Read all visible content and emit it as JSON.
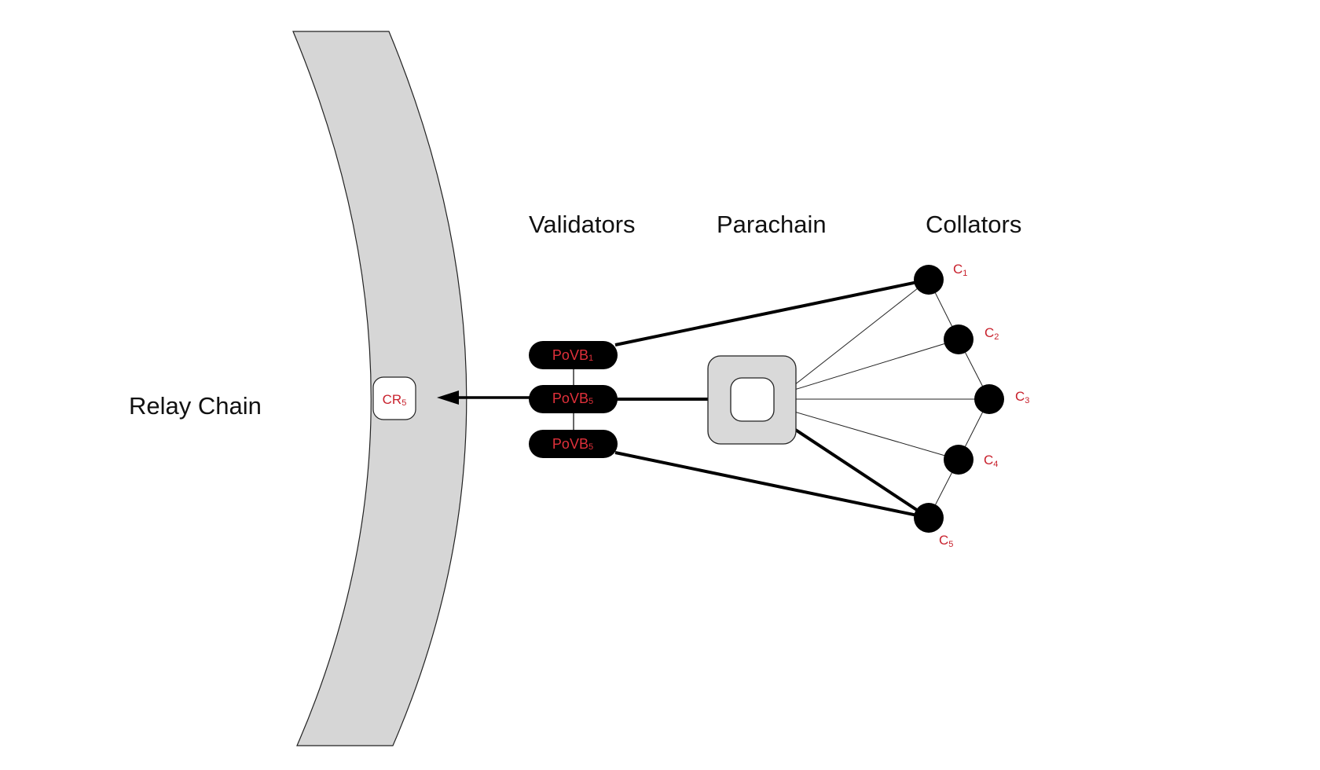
{
  "diagram": {
    "relay_chain_label": "Relay Chain",
    "validators_label": "Validators",
    "parachain_label": "Parachain",
    "collators_label": "Collators",
    "candidate_receipt": {
      "base": "CR",
      "sub": "5"
    },
    "validator_blocks": [
      {
        "base": "PoVB",
        "sub": "1"
      },
      {
        "base": "PoVB",
        "sub": "5"
      },
      {
        "base": "PoVB",
        "sub": "5"
      }
    ],
    "collators": [
      {
        "base": "C",
        "sub": "1"
      },
      {
        "base": "C",
        "sub": "2"
      },
      {
        "base": "C",
        "sub": "3"
      },
      {
        "base": "C",
        "sub": "4"
      },
      {
        "base": "C",
        "sub": "5"
      }
    ],
    "colors": {
      "relay_band": "#d6d6d6",
      "label_red": "#c8202c",
      "node": "#000000",
      "parachain_fill": "#d9d9d9"
    }
  }
}
